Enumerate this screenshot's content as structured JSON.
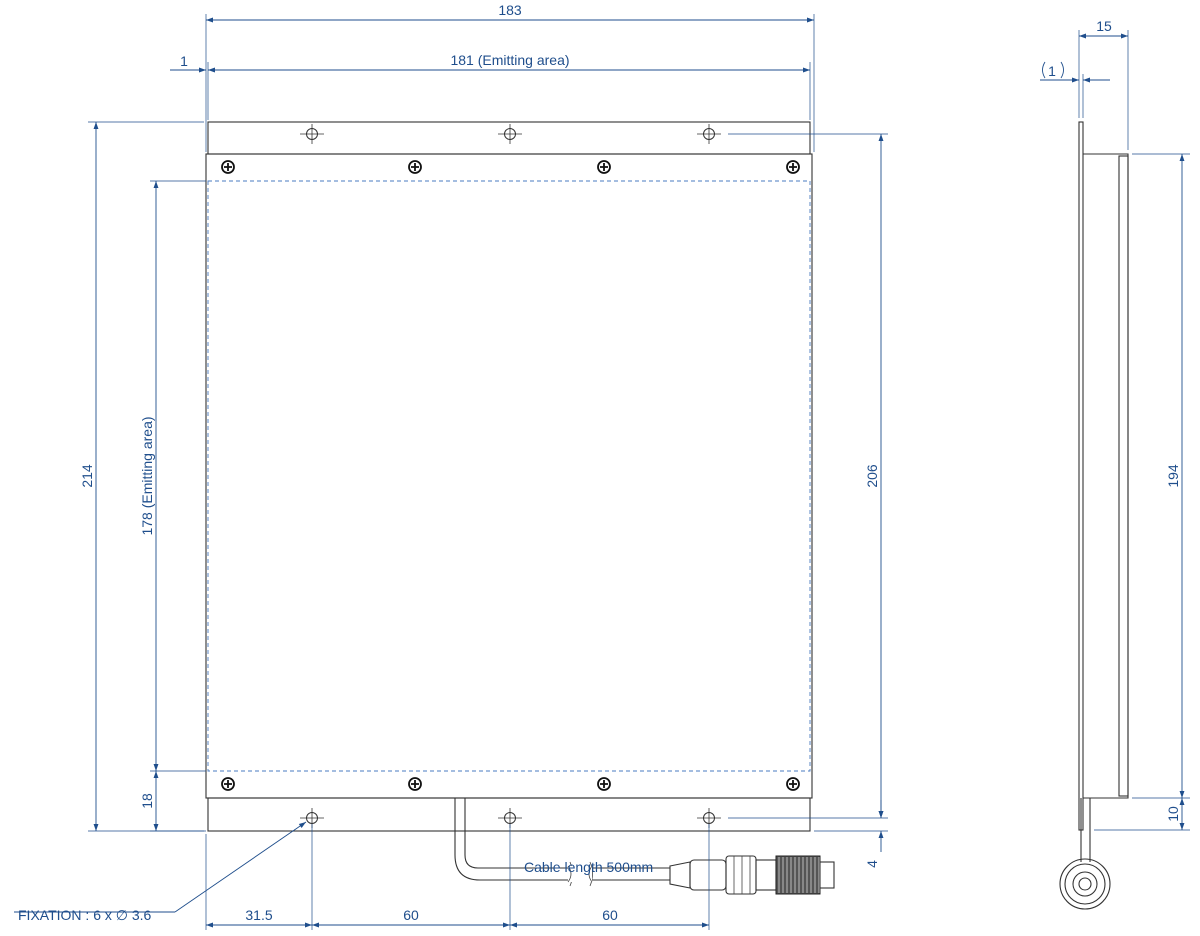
{
  "drawing": {
    "dimensions": {
      "overall_width": "183",
      "edge_offset": "1",
      "emitting_width": "181 (Emitting area)",
      "overall_height": "214",
      "emitting_height": "178 (Emitting area)",
      "bottom_margin": "18",
      "hole_spacing_height": "206",
      "tab_offset": "4",
      "hole_offset_x": "31.5",
      "hole_pitch_1": "60",
      "hole_pitch_2": "60",
      "side_thickness": "15",
      "side_plate": "1",
      "side_height": "194",
      "side_bottom": "10"
    },
    "annotations": {
      "cable": "Cable length 500mm",
      "fixation": "FIXATION : 6 x ∅ 3.6"
    },
    "colors": {
      "dimension": "#1f4e8c",
      "outline": "#333333"
    }
  }
}
